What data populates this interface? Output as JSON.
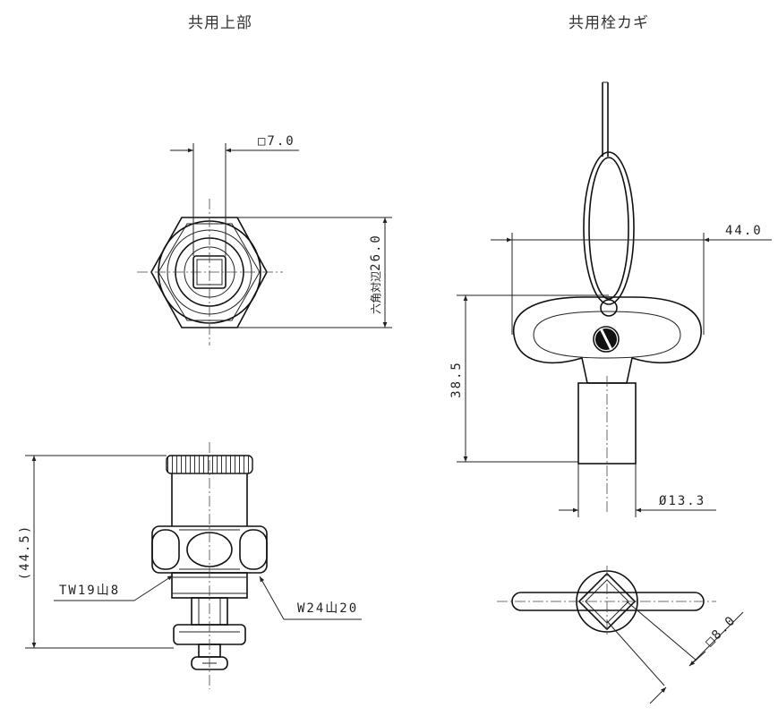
{
  "titles": {
    "left": "共用上部",
    "right": "共用栓カギ"
  },
  "dims": {
    "square_top": "□7.0",
    "hex_label": "六角対辺",
    "hex_value": "26.0",
    "height_total": "(44.5)",
    "thread_tw": "TW19山8",
    "thread_w": "W24山20",
    "key_width": "44.0",
    "key_height": "38.5",
    "key_dia": "Ø13.3",
    "key_square": "□8.0"
  }
}
